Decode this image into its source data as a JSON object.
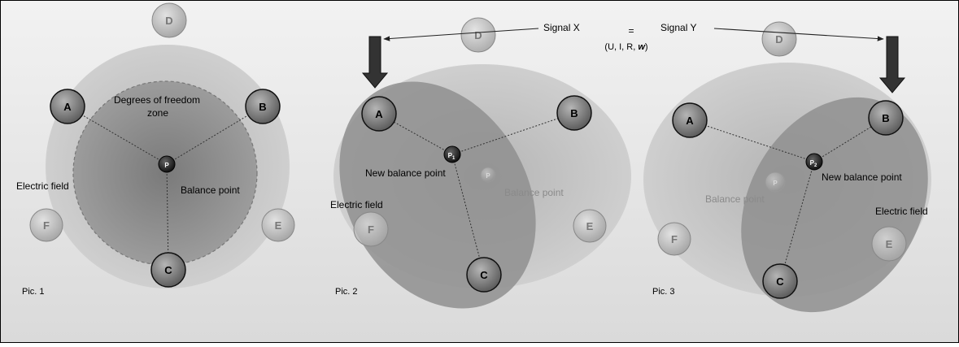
{
  "colors": {
    "background": "#e4e4e4",
    "outer_field": "#c4c4c4",
    "inner_zone": "#8f8f8f",
    "node_dark": "#7a7a7a",
    "node_light": "#c8c8c8",
    "balance_point": "#2e2e2e",
    "arrow": "#333333"
  },
  "signal": {
    "x_label": "Signal  X",
    "equals": "=",
    "y_label": "Signal  Y",
    "params": "(U, I, R, ",
    "omega": "w",
    "params_close": ")"
  },
  "pic1": {
    "caption": "Pic. 1",
    "zone_label_line1": "Degrees of freedom",
    "zone_label_line2": "zone",
    "balance_label": "Balance point",
    "field_label": "Electric field",
    "center_node": "P",
    "nodes": {
      "A": "A",
      "B": "B",
      "C": "C",
      "D": "D",
      "E": "E",
      "F": "F"
    }
  },
  "pic2": {
    "caption": "Pic. 2",
    "new_balance_label": "New balance point",
    "old_balance_label": "Balance point",
    "field_label": "Electric field",
    "center_node": "P",
    "center_sub": "1",
    "old_node": "P",
    "nodes": {
      "A": "A",
      "B": "B",
      "C": "C",
      "D": "D",
      "E": "E",
      "F": "F"
    }
  },
  "pic3": {
    "caption": "Pic. 3",
    "new_balance_label": "New balance point",
    "old_balance_label": "Balance point",
    "field_label": "Electric field",
    "center_node": "P",
    "center_sub": "2",
    "old_node": "P",
    "nodes": {
      "A": "A",
      "B": "B",
      "C": "C",
      "D": "D",
      "E": "E",
      "F": "F"
    }
  }
}
